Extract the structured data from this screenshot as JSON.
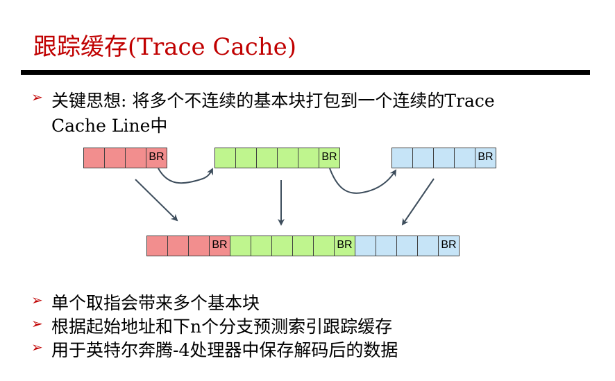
{
  "title": "跟踪缓存(Trace Cache)",
  "bullets": [
    {
      "line1": "关键思想: 将多个不连续的基本块打包到一个连续的Trace",
      "line2": "Cache Line中"
    },
    {
      "line1": "单个取指会带来多个基本块"
    },
    {
      "line1": "根据起始地址和下n个分支预测索引跟踪缓存"
    },
    {
      "line1": "用于英特尔奔腾-4处理器中保存解码后的数据"
    }
  ],
  "diagram": {
    "branch_label": "BR",
    "colors": {
      "block_a": "#f28e8e",
      "block_b": "#bff58e",
      "block_c": "#c6e4f7",
      "border": "#404040",
      "arrow": "#3d4d5c",
      "bullet_arrow": "#c00000",
      "title": "#c00000"
    },
    "source_blocks": [
      {
        "id": "A",
        "cells": 4
      },
      {
        "id": "B",
        "cells": 6
      },
      {
        "id": "C",
        "cells": 5
      }
    ],
    "trace_line": {
      "segments": [
        {
          "block": "A",
          "cells": 4
        },
        {
          "block": "B",
          "cells": 6
        },
        {
          "block": "C",
          "cells": 5
        }
      ]
    }
  }
}
